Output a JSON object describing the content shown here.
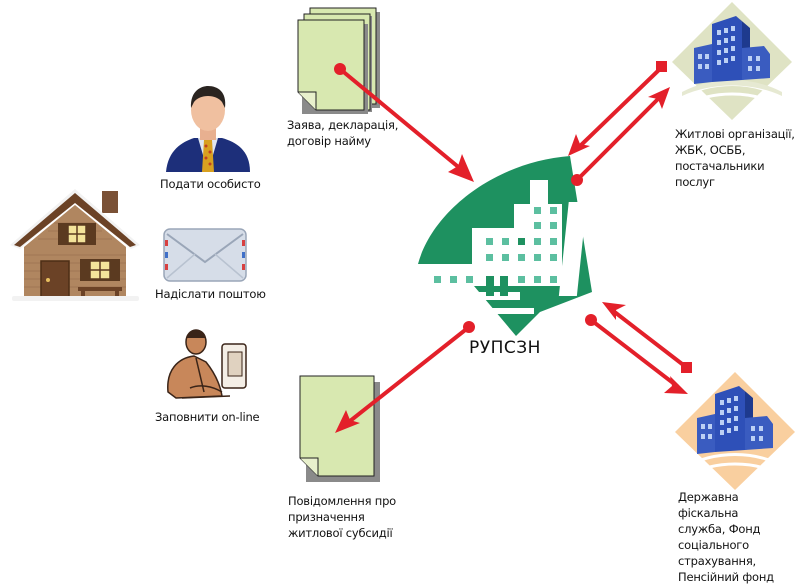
{
  "diagram": {
    "center": {
      "label": "РУПСЗН",
      "icon": "office-building-logo-icon",
      "colors": {
        "primary": "#1e9160",
        "window": "#5cbfa0"
      }
    },
    "applicant": {
      "icon": "house-icon"
    },
    "submission_methods": [
      {
        "id": "in-person",
        "label": "Подати особисто",
        "icon": "businessman-icon"
      },
      {
        "id": "by-mail",
        "label": "Надіслати поштою",
        "icon": "envelope-icon"
      },
      {
        "id": "online",
        "label": "Заповнити on-line",
        "icon": "computer-user-icon"
      }
    ],
    "documents_in": {
      "label_lines": [
        "Заява, декларація,",
        "договір найму"
      ],
      "icon": "document-stack-icon"
    },
    "documents_out": {
      "label_lines": [
        "Повідомлення про",
        "призначення",
        "житлової субсидії"
      ],
      "icon": "document-icon"
    },
    "partners": [
      {
        "id": "housing",
        "label_lines": [
          "Житлові організації,",
          "ЖБК, ОСББ,",
          "постачальники послуг"
        ],
        "icon": "buildings-icon",
        "backdrop": "#dfe3c4"
      },
      {
        "id": "state",
        "label_lines": [
          "Державна фіскальна",
          "служба, Фонд",
          "соціального",
          "страхування,",
          "Пенсійний фонд"
        ],
        "icon": "buildings-icon",
        "backdrop": "#f9cf9f"
      }
    ],
    "colors": {
      "arrow": "#e3202a",
      "document_fill": "#d8e8b0",
      "document_shadow": "#8a8a8a"
    }
  }
}
